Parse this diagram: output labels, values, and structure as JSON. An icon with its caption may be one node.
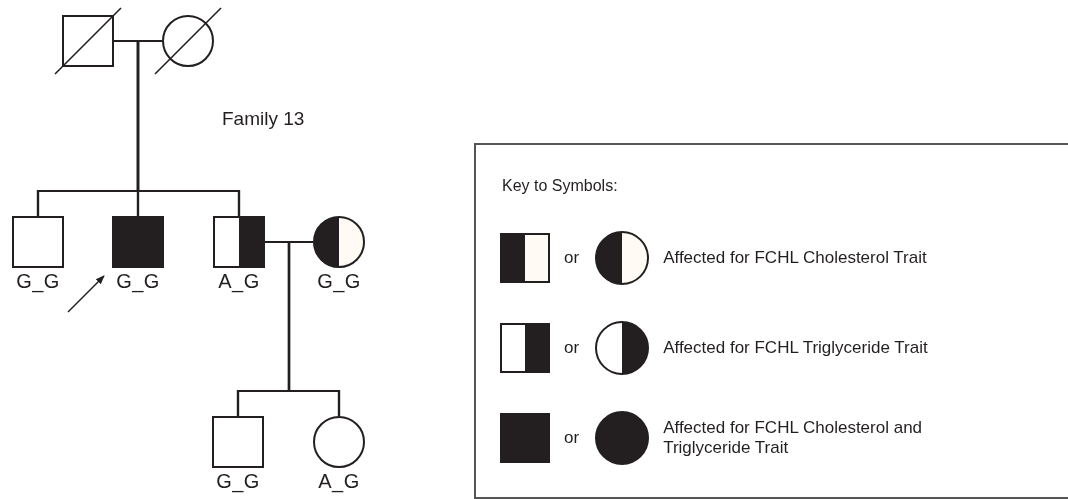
{
  "diagram": {
    "title": "Family 13",
    "nodes": [
      {
        "text": [],
        "shape": "box"
      },
      {
        "text": [],
        "shape": "circle"
      },
      {
        "text": [
          "G_G"
        ]
      },
      {
        "text": [
          "G_G"
        ]
      },
      {
        "text": [
          "A_G"
        ]
      },
      {
        "text": [
          "G_G"
        ]
      },
      {
        "text": [
          "G_G"
        ]
      },
      {
        "text": [
          "A_G"
        ]
      }
    ],
    "edges": [
      {
        "from": 0,
        "to": 1,
        "arrow": "none"
      },
      {
        "from": 0,
        "to": 2,
        "arrow": "none"
      },
      {
        "from": 0,
        "to": 3,
        "arrow": "none"
      },
      {
        "from": 0,
        "to": 4,
        "arrow": "none"
      },
      {
        "from": 1,
        "to": 2,
        "arrow": "none"
      },
      {
        "from": 1,
        "to": 3,
        "arrow": "none"
      },
      {
        "from": 1,
        "to": 4,
        "arrow": "none"
      },
      {
        "from": 4,
        "to": 5,
        "arrow": "none"
      },
      {
        "from": 4,
        "to": 6,
        "arrow": "none"
      },
      {
        "from": 4,
        "to": 7,
        "arrow": "none"
      },
      {
        "from": 5,
        "to": 6,
        "arrow": "none"
      },
      {
        "from": 5,
        "to": 7,
        "arrow": "none"
      },
      {
        "from": null,
        "to": 3,
        "arrow": "to"
      }
    ],
    "labels": [
      "Key to Symbols:",
      "or",
      "or",
      "or"
    ],
    "legend": [
      {
        "text": "Affected for FCHL Cholesterol Trait"
      },
      {
        "text": "Affected for FCHL Triglyceride Trait"
      },
      {
        "text": "Affected for FCHL Cholesterol and Triglyceride Trait"
      }
    ]
  }
}
